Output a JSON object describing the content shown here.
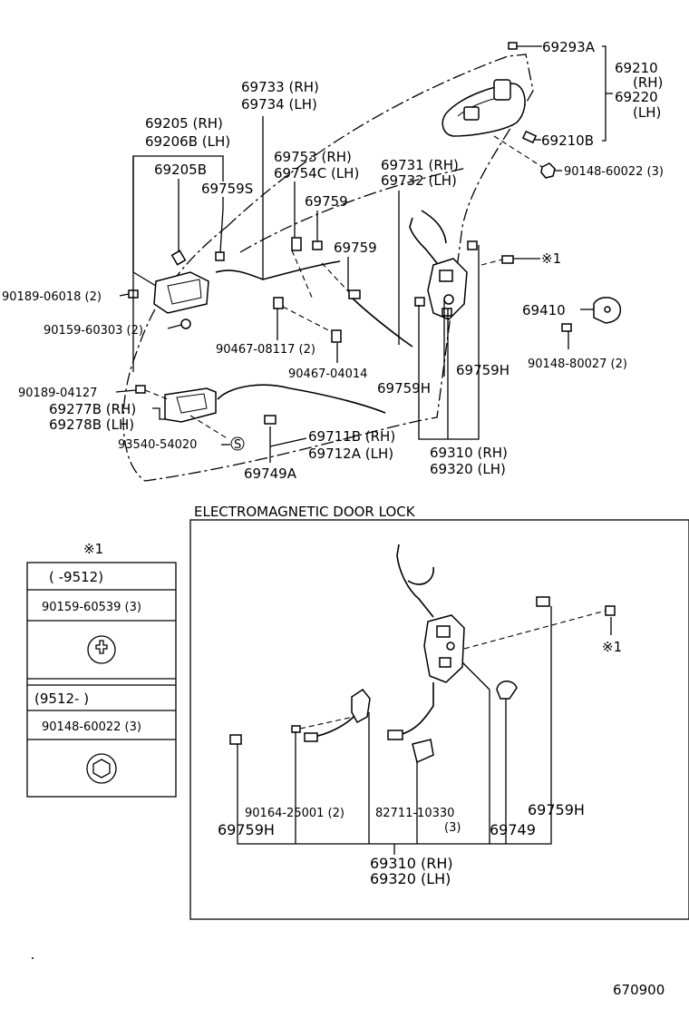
{
  "labels": {
    "p69293A": "69293A",
    "p69210": "69210",
    "rh1": "(RH)",
    "p69220": "69220",
    "lh1": "(LH)",
    "p69210B": "69210B",
    "p90148_60022": "90148-60022 (3)",
    "p69733": "69733 (RH)",
    "p69734": "69734 (LH)",
    "p69205": "69205 (RH)",
    "p69206B": "69206B (LH)",
    "p69753": "69753 (RH)",
    "p69754C": "69754C (LH)",
    "p69731": "69731 (RH)",
    "p69732": "69732 (LH)",
    "p69205B": "69205B",
    "p69759S": "69759S",
    "p69759a": "69759",
    "p69759b": "69759",
    "mark1a": "※1",
    "p90189_06018": "90189-06018 (2)",
    "p90159_60303": "90159-60303 (2)",
    "p69410": "69410",
    "p90467_08117": "90467-08117 (2)",
    "p90467_04014": "90467-04014",
    "p90148_80027": "90148-80027 (2)",
    "p69759H_a": "69759H",
    "p90189_04127": "90189-04127",
    "p69759H_b": "69759H",
    "p69277B": "69277B (RH)",
    "p69278B": "69278B (LH)",
    "p93540_54020": "93540-54020",
    "s_mark": "S",
    "p69711B": "69711B (RH)",
    "p69712A": "69712A (LH)",
    "p69310_a": "69310 (RH)",
    "p69320_a": "69320 (LH)",
    "p69749A": "69749A",
    "emdl_title": "ELECTROMAGNETIC DOOR LOCK",
    "mark1b": "※1",
    "mark1c": "※1",
    "p90164_25001": "90164-25001 (2)",
    "p82711_10330": "82711-10330",
    "q3": "(3)",
    "p69759H_c": "69759H",
    "p69759H_d": "69759H",
    "p69749": "69749",
    "p69310_b": "69310 (RH)",
    "p69320_b": "69320 (LH)",
    "page_code": "670900"
  },
  "legend_table": {
    "header": "※1",
    "rows": [
      {
        "period": "(          -9512)",
        "part": "90159-60539 (3)",
        "icon": "phillips-screw-icon"
      },
      {
        "period": "(9512-          )",
        "part": "90148-60022 (3)",
        "icon": "hex-bolt-icon"
      }
    ]
  }
}
